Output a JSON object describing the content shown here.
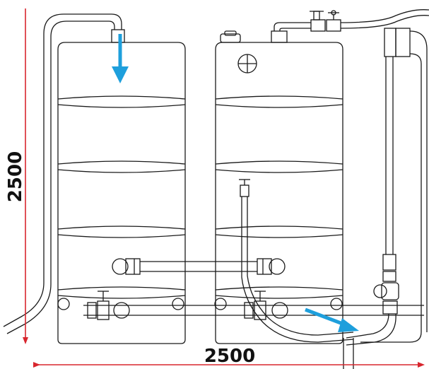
{
  "dimensions": {
    "height_label": "2500",
    "width_label": "2500"
  },
  "colors": {
    "line": "#1a1a1a",
    "dimension": "#d8262e",
    "flow_arrow": "#1e9fdc",
    "background": "#ffffff"
  },
  "icons": [
    "flow-arrow-down",
    "flow-arrow-right",
    "valve",
    "faucet"
  ]
}
